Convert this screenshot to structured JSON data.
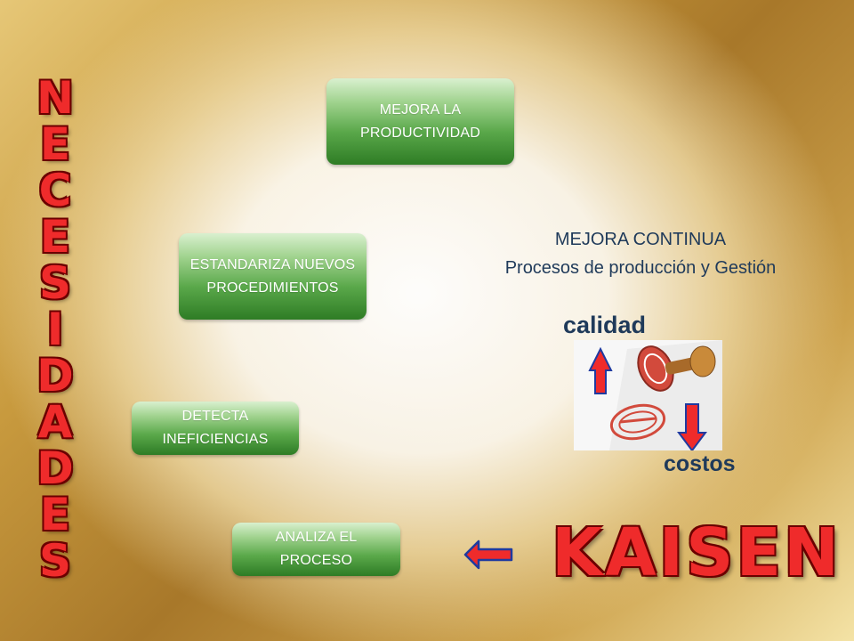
{
  "side_word": [
    "N",
    "E",
    "C",
    "E",
    "S",
    "I",
    "D",
    "A",
    "D",
    "E",
    "S"
  ],
  "boxes": {
    "productivity": "MEJORA LA PRODUCTIVIDAD",
    "standardize": "ESTANDARIZA NUEVOS PROCEDIMIENTOS",
    "detect": "DETECTA INEFICIENCIAS",
    "analyze": "ANALIZA EL PROCESO"
  },
  "heading": {
    "line1": "MEJORA  CONTINUA",
    "line2": "Procesos de producción y Gestión"
  },
  "quality_label": "calidad",
  "costs_label": "costos",
  "kaisen": "KAISEN",
  "colors": {
    "accent_red": "#ef2b2b",
    "text_blue": "#1f3a5a",
    "box_green": "#4a9a3e"
  }
}
